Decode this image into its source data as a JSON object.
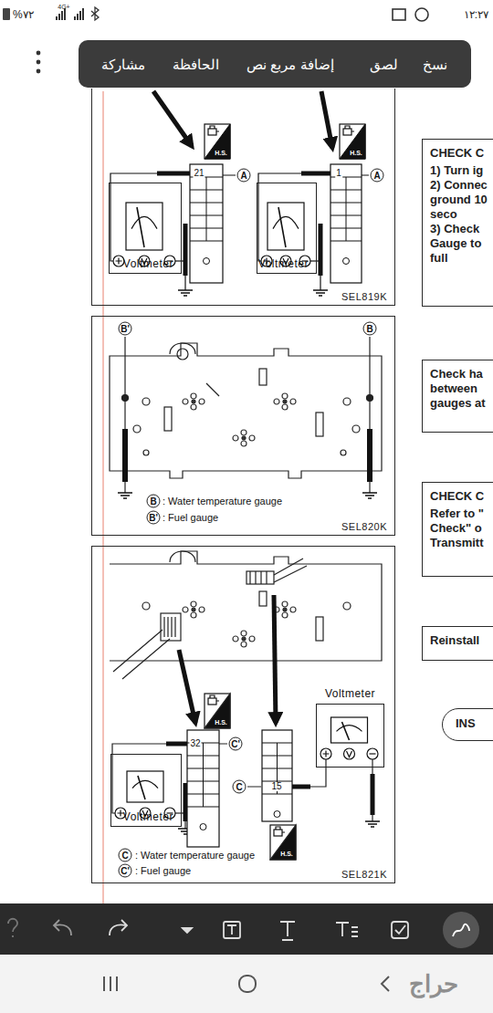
{
  "diagram": {
    "nodes": [
      {
        "text": [
          "SEL819K"
        ]
      },
      {
        "text": [
          "Voltmeter"
        ],
        "in": 0
      },
      {
        "text": [
          "Voltmeter"
        ],
        "in": 0
      },
      {
        "text": [
          "SEL820K"
        ]
      },
      {
        "text": [
          "SEL821K"
        ]
      },
      {
        "text": [
          "Voltmeter"
        ],
        "in": 4
      },
      {
        "text": [
          "Voltmeter"
        ],
        "in": 4
      },
      {
        "text": [
          "CHECK C",
          "1) Turn ig",
          "2) Connec ground 10 seco",
          "3) Check Gauge to full"
        ]
      },
      {
        "text": [
          "Check ha between gauges at"
        ]
      },
      {
        "text": [
          "CHECK C",
          "Refer to \" Check\" o Transmitt"
        ]
      },
      {
        "text": [
          "Reinstall"
        ]
      },
      {
        "text": [
          "INS"
        ]
      }
    ],
    "labels": [
      "%٧٢",
      "4G+",
      "١٢:٢٧",
      "نسخ",
      "لصق",
      "إضافة مربع نص",
      "الحافظة",
      "مشاركة",
      "H.S.",
      "H.S.",
      "21",
      "A",
      "1",
      "A",
      "B'",
      "B",
      "B",
      ": Water temperature gauge",
      "B'",
      ": Fuel gauge",
      "H.S.",
      "H.S.",
      "32",
      "C'",
      "C",
      "15",
      "C",
      ": Water temperature gauge",
      "C'",
      ": Fuel gauge",
      "حراج"
    ]
  }
}
